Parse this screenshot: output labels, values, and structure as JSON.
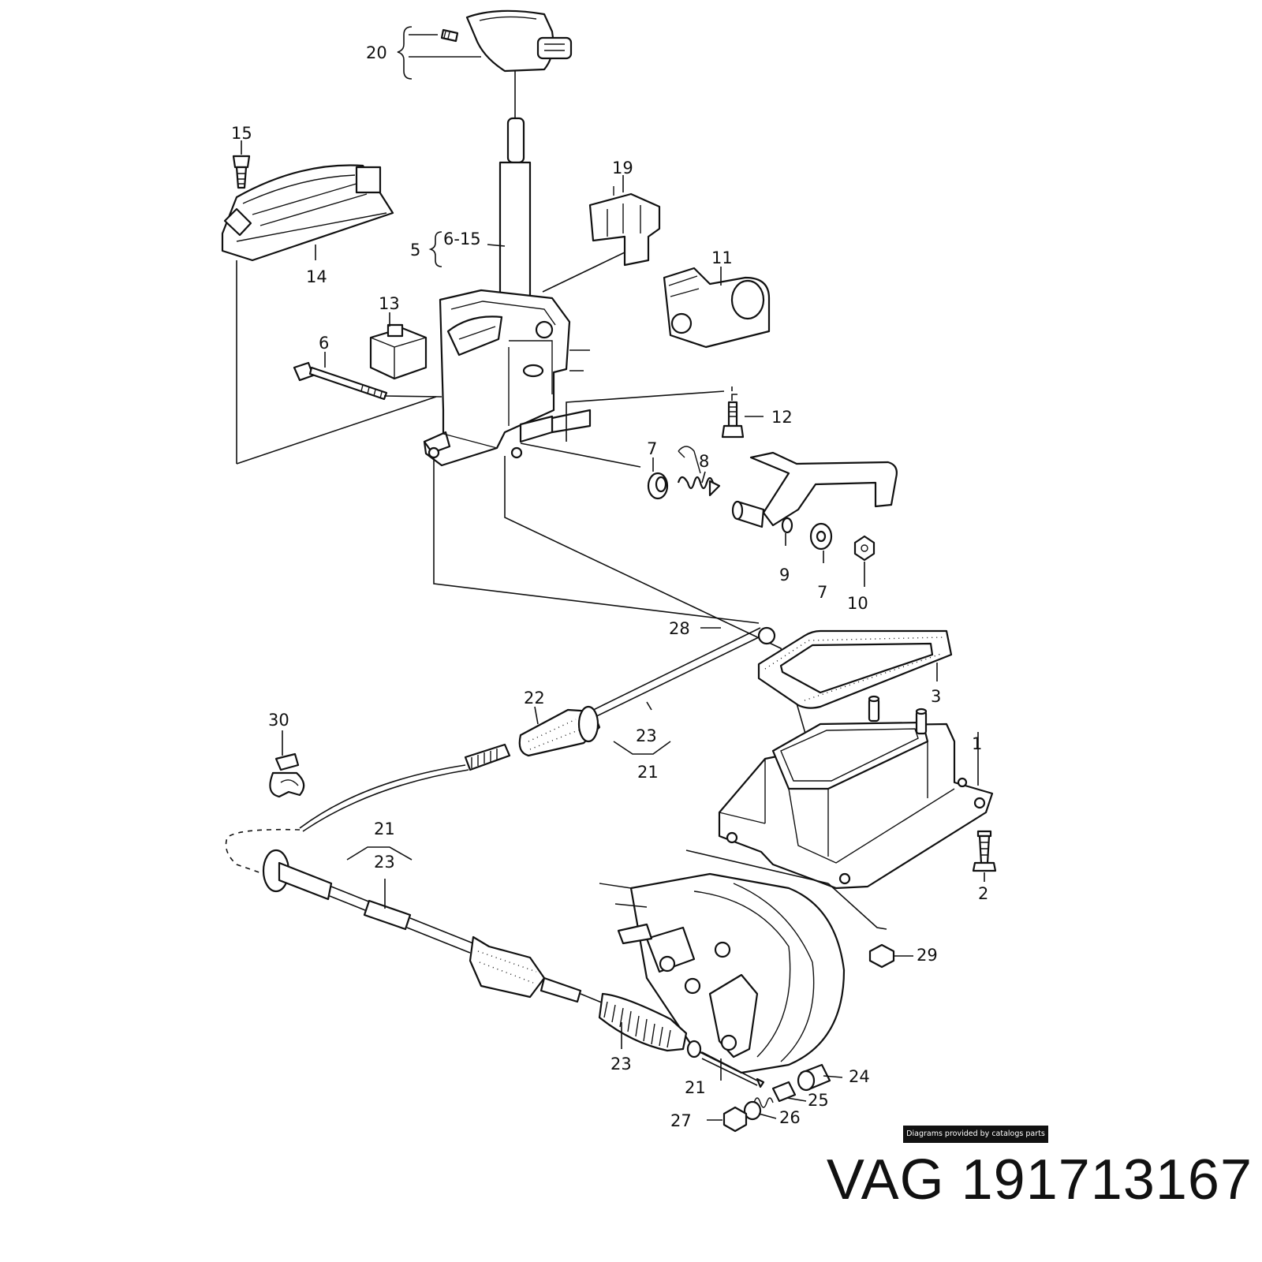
{
  "callouts": [
    "20",
    "15",
    "19",
    "5",
    "6-15",
    "14",
    "11",
    "13",
    "6",
    "12",
    "7",
    "8",
    "9",
    "7",
    "10",
    "28",
    "3",
    "22",
    "23",
    "21",
    "30",
    "1",
    "21",
    "23",
    "2",
    "29",
    "23",
    "24",
    "21",
    "25",
    "26",
    "27"
  ],
  "credit": "Diagrams provided by catalogs parts",
  "caption": "VAG 191713167"
}
